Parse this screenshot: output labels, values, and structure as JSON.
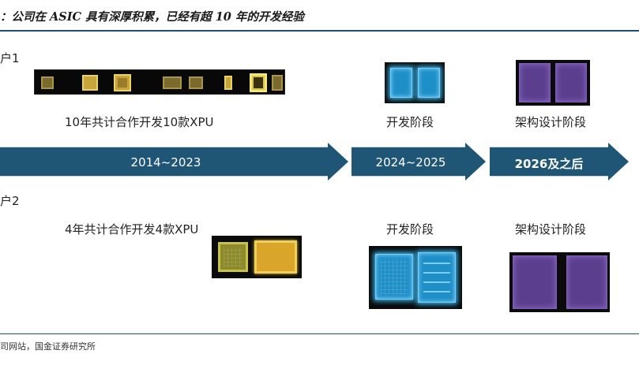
{
  "header": {
    "title": "：公司在 ASIC 具有深厚积累，已经有超 10 年的开发经验"
  },
  "clients": [
    {
      "label": "户1"
    },
    {
      "label": "户2"
    }
  ],
  "row1": {
    "caption_left": "10年共计合作开发10款XPU",
    "caption_mid": "开发阶段",
    "caption_right": "架构设计阶段"
  },
  "row2": {
    "caption_left": "4年共计合作开发4款XPU",
    "caption_mid": "开发阶段",
    "caption_right": "架构设计阶段"
  },
  "timeline": [
    {
      "label": "2014~2023"
    },
    {
      "label": "2024~2025"
    },
    {
      "label": "2026及之后"
    }
  ],
  "footer": {
    "source": "司网站，国金证券研究所"
  },
  "colors": {
    "arrow": "#1f5575",
    "rule": "#1f4e6b",
    "blue_die": "#1f8fc7",
    "purple_die": "#5b3f8e",
    "gold_die": "#d9a52a"
  }
}
